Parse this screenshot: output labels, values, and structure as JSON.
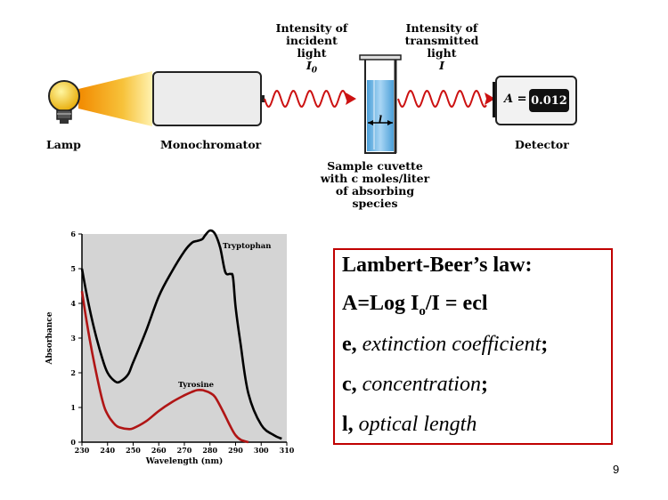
{
  "diagram": {
    "lamp_label": "Lamp",
    "monochromator_label": "Monochromator",
    "incident_label": [
      "Intensity of",
      "incident",
      "light"
    ],
    "incident_symbol": "I",
    "incident_subscript": "0",
    "transmitted_label": [
      "Intensity of",
      "transmitted",
      "light"
    ],
    "transmitted_symbol": "I",
    "cuvette_label": [
      "Sample cuvette",
      "with c moles/liter",
      "of absorbing",
      "species"
    ],
    "path_length_symbol": "l",
    "detector_label": "Detector",
    "readout_prefix": "A =",
    "readout_value": "0.012",
    "colors": {
      "wave": "#cc1111",
      "cuvette_liquid": "#6fb6ea",
      "lamp_bulb": "#f2c200",
      "beam": "#f5a623"
    }
  },
  "spectrum": {
    "xlabel": "Wavelength (nm)",
    "ylabel": "Absorbance",
    "x_ticks": [
      "230",
      "240",
      "250",
      "260",
      "270",
      "280",
      "290",
      "300",
      "310"
    ],
    "y_ticks": [
      "0",
      "1",
      "2",
      "3",
      "4",
      "5",
      "6"
    ],
    "series_labels": {
      "tryptophan": "Tryptophan",
      "tyrosine": "Tyrosine"
    },
    "background": "#d4d4d4"
  },
  "chart_data": {
    "type": "line",
    "xlabel": "Wavelength (nm)",
    "ylabel": "Absorbance",
    "xlim": [
      230,
      310
    ],
    "ylim": [
      0,
      6
    ],
    "grid": false,
    "series": [
      {
        "name": "Tryptophan",
        "color": "#000000",
        "x": [
          230,
          232,
          235,
          238,
          240,
          243,
          245,
          248,
          250,
          255,
          260,
          265,
          270,
          273,
          275,
          277,
          278,
          280,
          282,
          284,
          286,
          288,
          289,
          290,
          292,
          295,
          300,
          305,
          308
        ],
        "y": [
          5.0,
          4.2,
          3.2,
          2.4,
          2.0,
          1.75,
          1.75,
          1.95,
          2.3,
          3.2,
          4.2,
          4.9,
          5.5,
          5.75,
          5.8,
          5.85,
          5.95,
          6.1,
          6.0,
          5.6,
          4.9,
          4.85,
          4.75,
          3.9,
          2.8,
          1.4,
          0.5,
          0.2,
          0.1
        ]
      },
      {
        "name": "Tyrosine",
        "color": "#b01515",
        "x": [
          230,
          232,
          235,
          238,
          240,
          243,
          245,
          248,
          250,
          255,
          260,
          265,
          270,
          273,
          275,
          277,
          278,
          280,
          282,
          285,
          288,
          290,
          292,
          295
        ],
        "y": [
          4.35,
          3.4,
          2.2,
          1.2,
          0.8,
          0.5,
          0.42,
          0.38,
          0.4,
          0.6,
          0.9,
          1.15,
          1.35,
          1.45,
          1.5,
          1.5,
          1.48,
          1.42,
          1.3,
          0.9,
          0.45,
          0.2,
          0.07,
          0.0
        ]
      }
    ]
  },
  "law": {
    "title": "Lambert-Beer’s law:",
    "formula_left": "A=Log I",
    "formula_sub": "o",
    "formula_right": "/I = ecl",
    "e_symbol": "e,",
    "e_text": "extinction coefficient",
    "e_end": ";",
    "c_symbol": "c,",
    "c_text": "concentration",
    "c_end": ";",
    "l_symbol": "l,",
    "l_text": "optical length"
  },
  "page_number": "9"
}
